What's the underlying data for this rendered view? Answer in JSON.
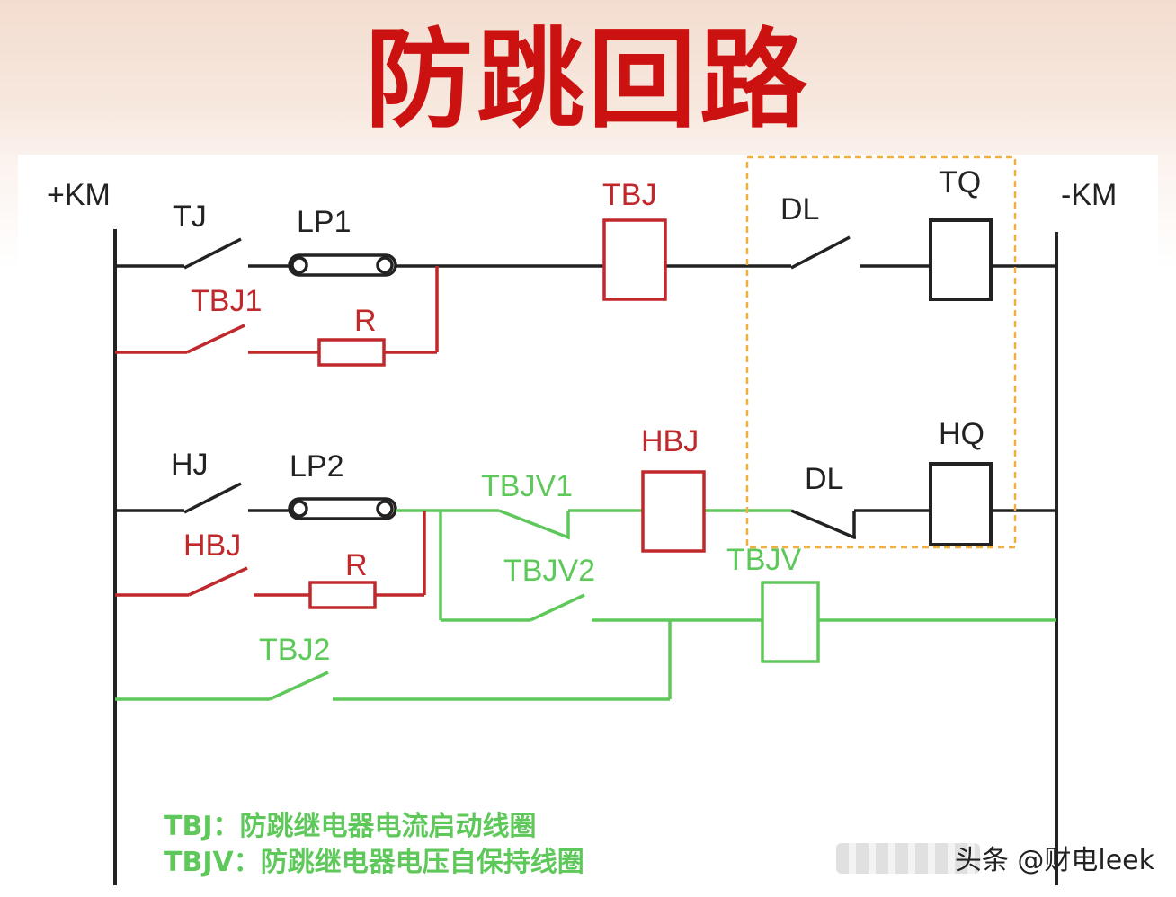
{
  "title": "防跳回路",
  "labels": {
    "pos_bus": "+KM",
    "neg_bus": "-KM",
    "tj": "TJ",
    "lp1": "LP1",
    "tbj": "TBJ",
    "dl_top": "DL",
    "tq": "TQ",
    "tbj1": "TBJ1",
    "r1": "R",
    "hj": "HJ",
    "lp2": "LP2",
    "tbjv1": "TBJV1",
    "hbj_coil": "HBJ",
    "dl_bottom": "DL",
    "hq": "HQ",
    "hbj_contact": "HBJ",
    "r2": "R",
    "tbjv2": "TBJV2",
    "tbjv": "TBJV",
    "tbj2": "TBJ2"
  },
  "legend": {
    "line1": "TBJ：防跳继电器电流启动线圈",
    "line2": "TBJV：防跳继电器电压自保持线圈"
  },
  "watermark": "头条 @财电leek",
  "colors": {
    "title": "#cc1111",
    "wire_black": "#222222",
    "wire_red": "#c0282b",
    "wire_green": "#5ec85a",
    "highlight_box": "#f0b040"
  }
}
